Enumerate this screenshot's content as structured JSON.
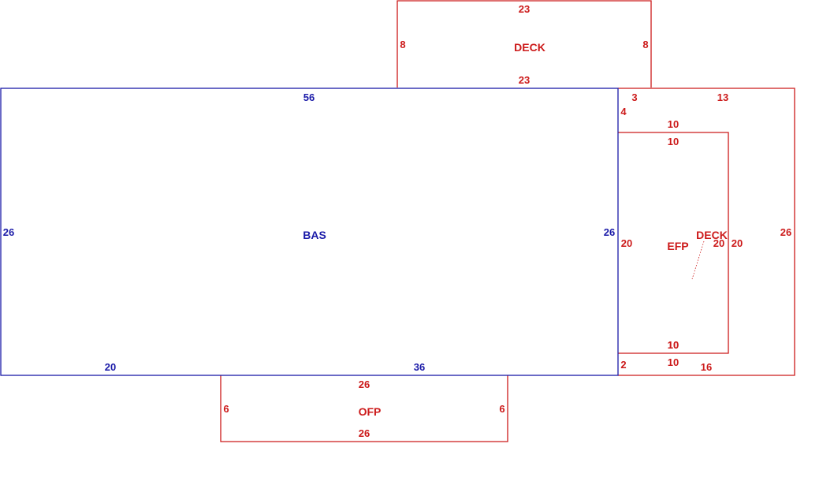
{
  "colors": {
    "main": "#1a1aa8",
    "addition": "#cc1a1a",
    "background": "#ffffff"
  },
  "areas": {
    "bas": {
      "label": "BAS",
      "dim_top": "56",
      "dim_left": "26",
      "dim_right": "26",
      "dim_bottom_left": "20",
      "dim_bottom_right": "36"
    },
    "deck_top": {
      "label": "DECK",
      "dim_top": "23",
      "dim_bottom": "23",
      "dim_left": "8",
      "dim_right": "8"
    },
    "ofp": {
      "label": "OFP",
      "dim_top": "26",
      "dim_bottom": "26",
      "dim_left": "6",
      "dim_right": "6"
    },
    "deck_right": {
      "label": "DECK",
      "dim_top_a": "3",
      "dim_top_b": "13",
      "dim_left_top": "4",
      "dim_right": "26",
      "dim_left_bottom": "2",
      "dim_bottom_a": "10",
      "dim_bottom_b": "16",
      "dim_inner_top": "10",
      "dim_inner_bottom": "10",
      "dim_inner_right": "20"
    },
    "efp": {
      "label": "EFP",
      "dim_top": "10",
      "dim_bottom": "10",
      "dim_left": "20",
      "dim_right": "20"
    }
  }
}
